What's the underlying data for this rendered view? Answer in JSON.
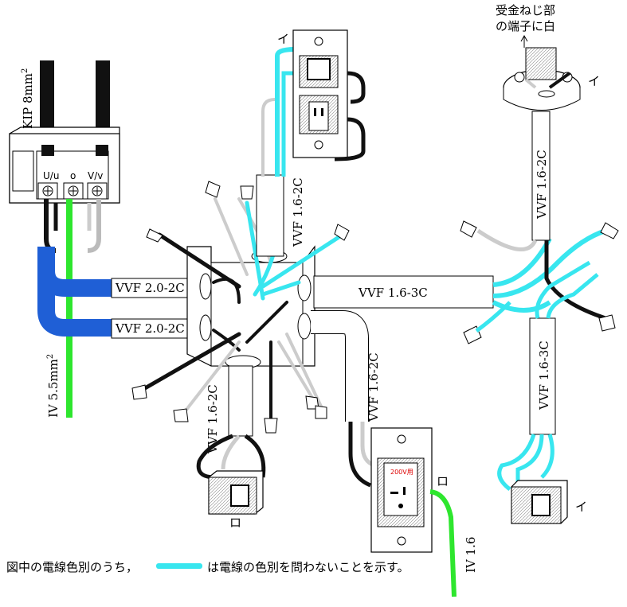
{
  "colors": {
    "free_wire": "#38e6ef",
    "blue_sheath": "#1f5fd6",
    "green_wire": "#2ee62e",
    "black_wire": "#111111",
    "white_wire": "#f2f2f2",
    "red_text": "#dd0000"
  },
  "breaker": {
    "cable_label": "KIP 8mm",
    "cable_label_sup": "2",
    "terminal_u": "U/u",
    "terminal_o": "o",
    "terminal_v": "V/v"
  },
  "ground_wire": {
    "label": "IV 5.5mm",
    "label_sup": "2"
  },
  "cables": {
    "vvf_20_upper": "VVF 2.0-2C",
    "vvf_20_lower": "VVF 2.0-2C",
    "vvf_16_3c_horizontal": "VVF 1.6-3C",
    "vvf_16_2c_top": "VVF 1.6-2C",
    "vvf_16_2c_bottom": "VVF 1.6-2C",
    "vvf_16_2c_right": "VVF 1.6-2C",
    "vvf_16_2c_lamp": "VVF 1.6-2C",
    "vvf_16_3c_vertical": "VVF 1.6-3C"
  },
  "labels": {
    "switch_i_top": "イ",
    "lamp_i": "イ",
    "switch_i_right": "イ",
    "switch_ro": "ロ",
    "outlet_ro": "ロ",
    "lamp_note_line1": "受金ねじ部",
    "lamp_note_line2": "の端子に白",
    "outlet_200v": "200V用",
    "iv16": "IV 1.6"
  },
  "footnote": {
    "before": "図中の電線色別のうち，",
    "after": "は電線の色別を問わないことを示す。"
  }
}
